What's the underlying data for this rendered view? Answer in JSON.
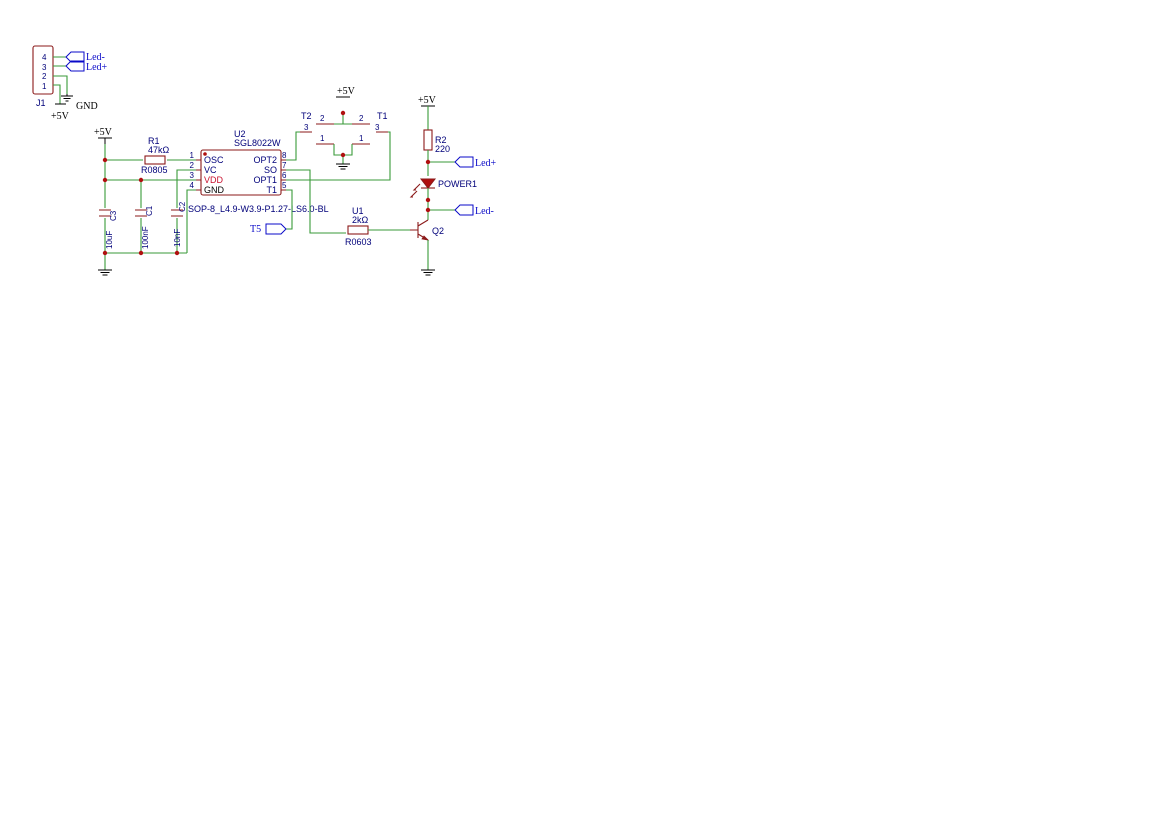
{
  "j1": {
    "ref": "J1",
    "pins": [
      "4",
      "3",
      "2",
      "1"
    ],
    "labels": [
      "Led-",
      "Led+"
    ],
    "gnd": "GND",
    "pwr": "+5V"
  },
  "power": {
    "vcc": "+5V"
  },
  "r1": {
    "ref": "R1",
    "value": "47kΩ",
    "footprint": "R0805"
  },
  "u2": {
    "ref": "U2",
    "value": "SGL8022W",
    "left_pins": [
      {
        "num": "1",
        "name": "OSC"
      },
      {
        "num": "2",
        "name": "VC"
      },
      {
        "num": "3",
        "name": "VDD"
      },
      {
        "num": "4",
        "name": "GND"
      }
    ],
    "right_pins": [
      {
        "num": "8",
        "name": "OPT2"
      },
      {
        "num": "7",
        "name": "SO"
      },
      {
        "num": "6",
        "name": "OPT1"
      },
      {
        "num": "5",
        "name": "T1"
      }
    ],
    "footprint": "SOP-8_L4.9-W3.9-P1.27-LS6.0-BL"
  },
  "caps": [
    {
      "ref": "C3",
      "value": "10uF"
    },
    {
      "ref": "C1",
      "value": "100nF"
    },
    {
      "ref": "C2",
      "value": "10nF"
    }
  ],
  "t2": {
    "ref": "T2",
    "pins": [
      "3",
      "2",
      "1"
    ]
  },
  "t1": {
    "ref": "T1",
    "pins": [
      "2",
      "3",
      "1"
    ]
  },
  "t5": {
    "label": "T5"
  },
  "u1": {
    "ref": "U1",
    "value": "2kΩ",
    "footprint": "R0603"
  },
  "r2": {
    "ref": "R2",
    "value": "220"
  },
  "led": {
    "ref": "POWER1"
  },
  "q2": {
    "ref": "Q2"
  },
  "nets": {
    "led_plus": "Led+",
    "led_minus": "Led-"
  }
}
